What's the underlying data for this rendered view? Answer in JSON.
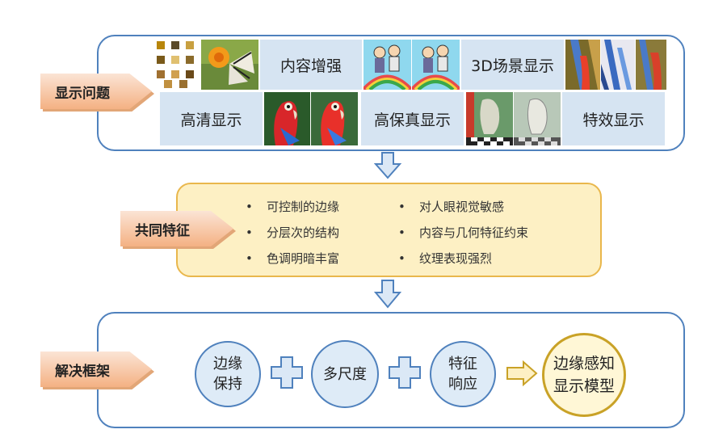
{
  "sections": {
    "problems": {
      "label": "显示问题"
    },
    "features": {
      "label": "共同特征"
    },
    "framework": {
      "label": "解决框架"
    }
  },
  "problems": {
    "content_enhance": "内容增强",
    "scene_3d": "3D场景显示",
    "hd": "高清显示",
    "hifi": "高保真显示",
    "effects": "特效显示"
  },
  "features": {
    "left": [
      "可控制的边缘",
      "分层次的结构",
      "色调明暗丰富"
    ],
    "right": [
      "对人眼视觉敏感",
      "内容与几何特征约束",
      "纹理表现强烈"
    ]
  },
  "framework": {
    "edge_preserve": [
      "边缘",
      "保持"
    ],
    "multiscale": "多尺度",
    "feature_resp": [
      "特征",
      "响应"
    ],
    "model": [
      "边缘感知",
      "显示模型"
    ]
  },
  "colors": {
    "frame_blue": "#4f81bd",
    "cell_blue": "#d6e4f2",
    "label_orange": "#f4b183",
    "feature_bg": "#fdf0c4",
    "gold": "#c9a227"
  }
}
